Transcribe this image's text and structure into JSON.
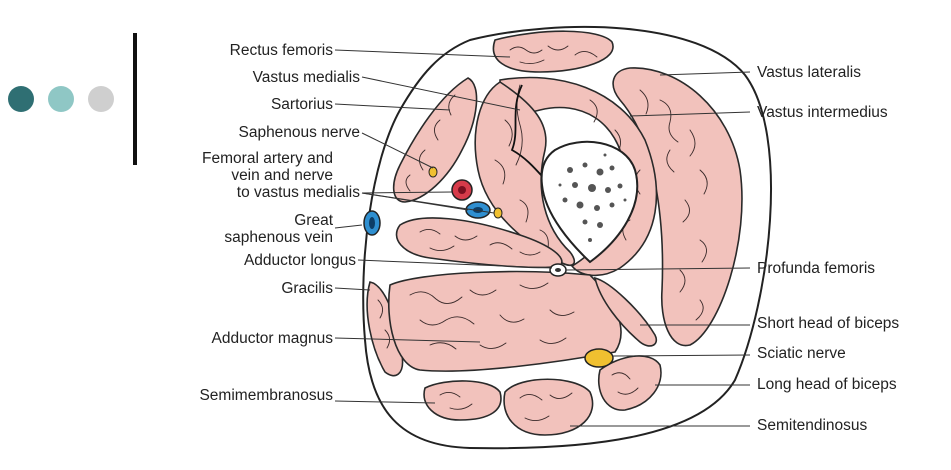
{
  "colors": {
    "dot_teal": "#2f6f73",
    "dot_light_teal": "#8fc7c5",
    "dot_grey": "#cfcfcf",
    "muscle": "#f2c2bc",
    "artery": "#d63b4a",
    "vein": "#2f8fd0",
    "nerve": "#f0c030"
  },
  "labels_left": {
    "rectus_femoris": "Rectus femoris",
    "vastus_medialis": "Vastus medialis",
    "sartorius": "Sartorius",
    "saphenous_nerve": "Saphenous nerve",
    "femoral_line1": "Femoral artery and",
    "femoral_line2": "vein and nerve",
    "femoral_line3": "to vastus medialis",
    "great_saph_line1": "Great",
    "great_saph_line2": "saphenous vein",
    "adductor_longus": "Adductor longus",
    "gracilis": "Gracilis",
    "adductor_magnus": "Adductor magnus",
    "semimembranosus": "Semimembranosus"
  },
  "labels_right": {
    "vastus_lateralis": "Vastus lateralis",
    "vastus_intermedius": "Vastus intermedius",
    "profunda_femoris": "Profunda femoris",
    "short_head_biceps": "Short head of biceps",
    "sciatic_nerve": "Sciatic nerve",
    "long_head_biceps": "Long head of biceps",
    "semitendinosus": "Semitendinosus"
  }
}
